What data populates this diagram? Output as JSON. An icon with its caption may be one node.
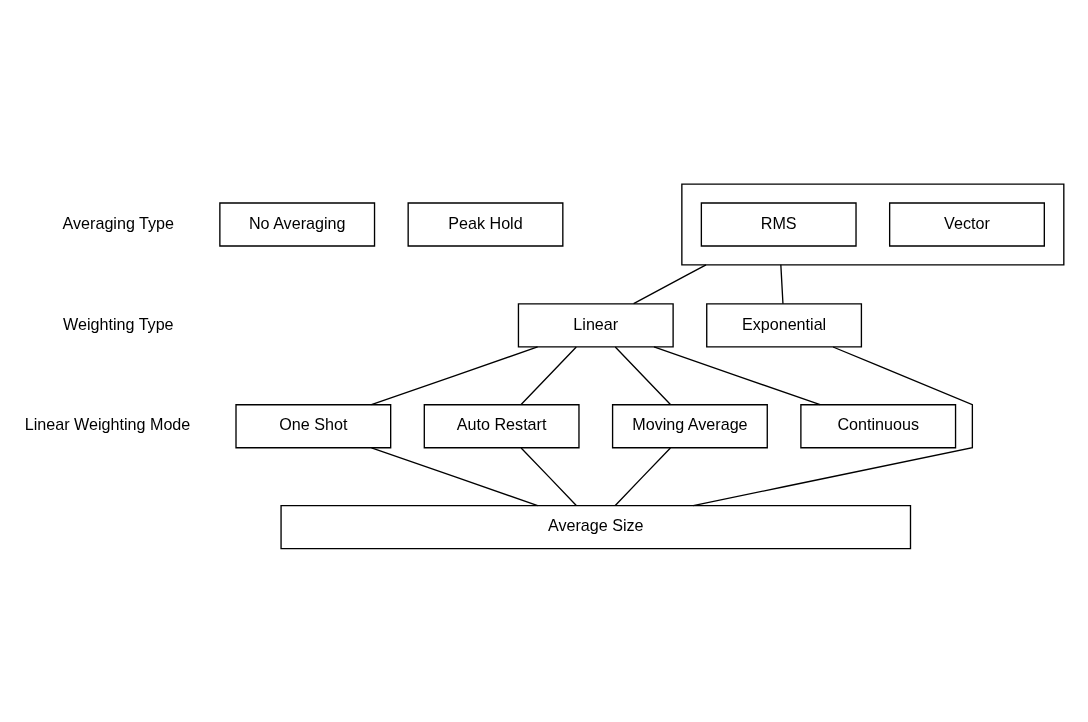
{
  "diagram": {
    "nodes": [
      {
        "text": [
          "No Averaging"
        ]
      },
      {
        "text": [
          "Peak Hold"
        ]
      },
      {
        "text": [],
        "shape": "box"
      },
      {
        "text": [
          "RMS"
        ],
        "in": 2
      },
      {
        "text": [
          "Vector"
        ],
        "in": 2
      },
      {
        "text": [
          "Linear"
        ]
      },
      {
        "text": [
          "Exponential"
        ]
      },
      {
        "text": [
          "One Shot"
        ]
      },
      {
        "text": [
          "Auto Restart"
        ]
      },
      {
        "text": [
          "Moving Average"
        ]
      },
      {
        "text": [
          "Continuous"
        ]
      },
      {
        "text": [
          "Average Size"
        ]
      }
    ],
    "edges": [
      {
        "from": 2,
        "to": 5,
        "arrow": "none"
      },
      {
        "from": 2,
        "to": 6,
        "arrow": "none"
      },
      {
        "from": 5,
        "to": 7,
        "arrow": "none"
      },
      {
        "from": 5,
        "to": 8,
        "arrow": "none"
      },
      {
        "from": 5,
        "to": 9,
        "arrow": "none"
      },
      {
        "from": 5,
        "to": 10,
        "arrow": "none"
      },
      {
        "from": 7,
        "to": 11,
        "arrow": "none"
      },
      {
        "from": 8,
        "to": 11,
        "arrow": "none"
      },
      {
        "from": 9,
        "to": 11,
        "arrow": "none"
      },
      {
        "from": 6,
        "to": 11,
        "arrow": "none"
      }
    ],
    "labels": [
      "Averaging Type",
      "Weighting Type",
      "Linear Weighting Mode"
    ]
  }
}
